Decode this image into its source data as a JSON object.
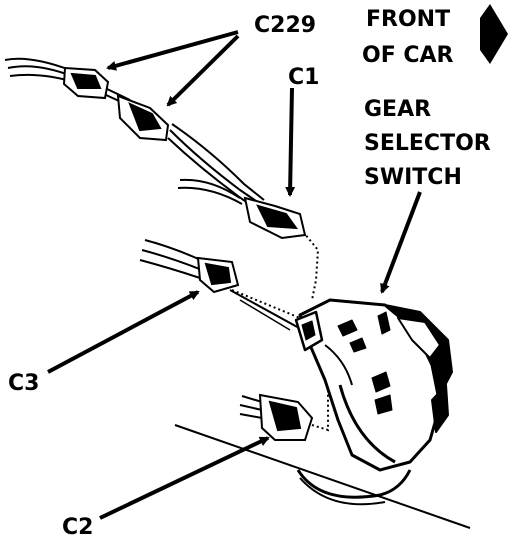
{
  "labels": {
    "c229": "C229",
    "c1": "C1",
    "c2": "C2",
    "c3": "C3",
    "front_line1": "FRONT",
    "front_line2": "OF CAR",
    "switch_line1": "GEAR",
    "switch_line2": "SELECTOR",
    "switch_line3": "SWITCH"
  },
  "colors": {
    "ink": "#000000",
    "paper": "#ffffff"
  },
  "icons": {
    "direction": "right-arrow-icon"
  }
}
